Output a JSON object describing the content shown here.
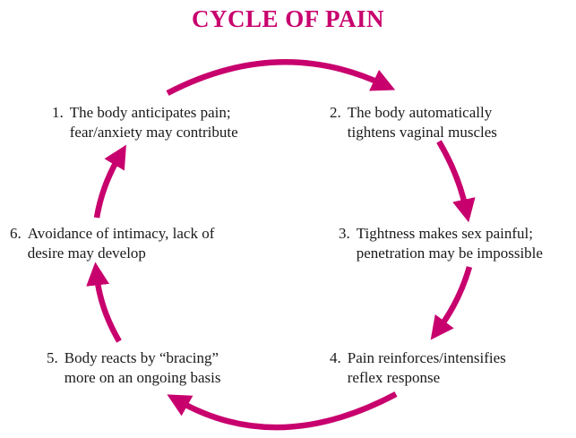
{
  "title": "CYCLE OF PAIN",
  "accent_color": "#c8006e",
  "steps": [
    {
      "number": "1.",
      "lines": [
        "The body anticipates pain;",
        "fear/anxiety may contribute"
      ]
    },
    {
      "number": "2.",
      "lines": [
        "The body automatically",
        "tightens vaginal muscles"
      ]
    },
    {
      "number": "3.",
      "lines": [
        "Tightness makes sex painful;",
        "penetration may be impossible"
      ]
    },
    {
      "number": "4.",
      "lines": [
        "Pain reinforces/intensifies",
        "reflex response"
      ]
    },
    {
      "number": "5.",
      "lines": [
        "Body reacts by “bracing”",
        "more on an ongoing basis"
      ]
    },
    {
      "number": "6.",
      "lines": [
        "Avoidance of intimacy, lack of",
        "desire may develop"
      ]
    }
  ]
}
